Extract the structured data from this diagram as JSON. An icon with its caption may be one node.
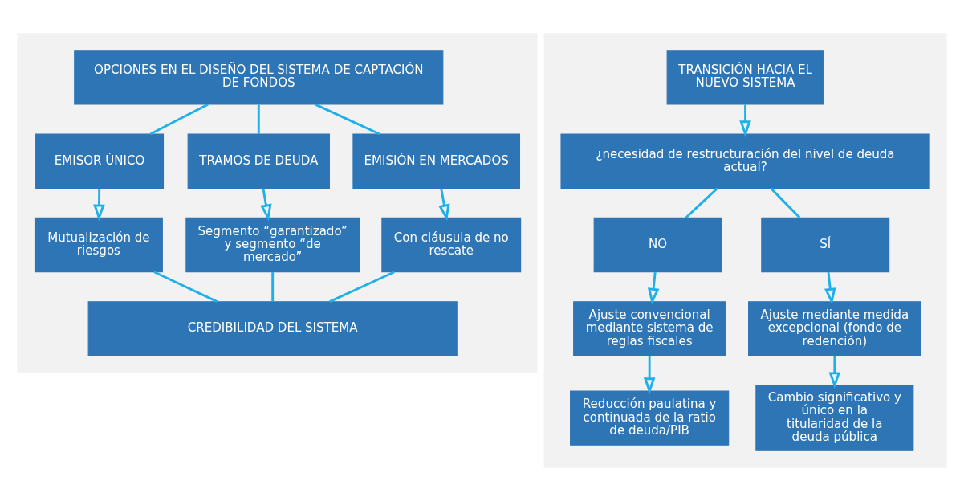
{
  "diagram": {
    "nodes": [
      {
        "text": [],
        "shape": "box"
      },
      {
        "text": [
          "OPCIONES EN EL DISEÑO DEL SISTEMA DE CAPTACIÓN DE FONDOS"
        ],
        "in": 0
      },
      {
        "text": [
          "EMISOR ÚNICO"
        ],
        "in": 0
      },
      {
        "text": [
          "TRAMOS DE DEUDA"
        ],
        "in": 0
      },
      {
        "text": [
          "EMISIÓN EN MERCADOS"
        ],
        "in": 0
      },
      {
        "text": [
          "Mutualización de riesgos"
        ],
        "in": 0
      },
      {
        "text": [
          "Segmento “garantizado” y segmento “de mercado”"
        ],
        "in": 0
      },
      {
        "text": [
          "Con cláusula de no rescate"
        ],
        "in": 0
      },
      {
        "text": [
          "CREDIBILIDAD DEL SISTEMA"
        ],
        "in": 0
      },
      {
        "text": [],
        "shape": "box"
      },
      {
        "text": [
          "TRANSICIÓN HACIA EL NUEVO SISTEMA"
        ],
        "in": 9
      },
      {
        "text": [
          "¿necesidad de restructuración del nivel de deuda actual?"
        ],
        "in": 9
      },
      {
        "text": [
          "NO"
        ],
        "in": 9
      },
      {
        "text": [
          "SÍ"
        ],
        "in": 9
      },
      {
        "text": [
          "Ajuste convencional mediante sistema de reglas fiscales"
        ],
        "in": 9
      },
      {
        "text": [
          "Ajuste mediante medida excepcional (fondo de redención)"
        ],
        "in": 9
      },
      {
        "text": [
          "Reducción paulatina y continuada de la ratio de deuda/PIB"
        ],
        "in": 9
      },
      {
        "text": [
          "Cambio significativo y único en la titularidad de la deuda pública"
        ],
        "in": 9
      }
    ],
    "edges": [
      {
        "from": 1,
        "to": 2,
        "arrow": "none"
      },
      {
        "from": 1,
        "to": 3,
        "arrow": "none"
      },
      {
        "from": 1,
        "to": 4,
        "arrow": "none"
      },
      {
        "from": 2,
        "to": 5,
        "arrow": "to"
      },
      {
        "from": 3,
        "to": 6,
        "arrow": "to"
      },
      {
        "from": 4,
        "to": 7,
        "arrow": "to"
      },
      {
        "from": 5,
        "to": 8,
        "arrow": "none"
      },
      {
        "from": 6,
        "to": 8,
        "arrow": "none"
      },
      {
        "from": 7,
        "to": 8,
        "arrow": "none"
      },
      {
        "from": 10,
        "to": 11,
        "arrow": "to"
      },
      {
        "from": 11,
        "to": 12,
        "arrow": "none"
      },
      {
        "from": 11,
        "to": 13,
        "arrow": "none"
      },
      {
        "from": 12,
        "to": 14,
        "arrow": "to"
      },
      {
        "from": 13,
        "to": 15,
        "arrow": "to"
      },
      {
        "from": 14,
        "to": 16,
        "arrow": "to"
      },
      {
        "from": 15,
        "to": 17,
        "arrow": "to"
      }
    ]
  }
}
